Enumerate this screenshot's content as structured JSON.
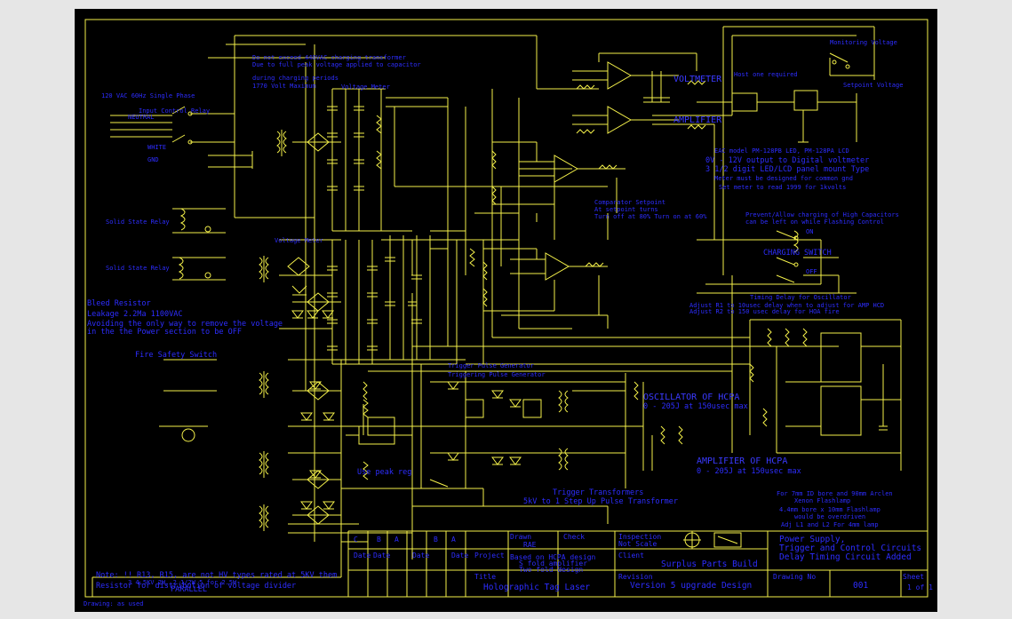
{
  "colors": {
    "background": "#e6e6e6",
    "sheet": "#000000",
    "wire": "#f4f04a",
    "text": "#2d2dff"
  },
  "notes": {
    "warning_1": "Do not exceed 440VAC charging transformer",
    "warning_2": "Due to full peak voltage applied to capacitor",
    "warning_3": "during charging periods",
    "warning_4": "1770 Volt Maximum",
    "input_label": "120 VAC 60Hz Single Phase",
    "input_switch": "Input Control Relay",
    "neutral": "NEUTRAL",
    "white": "WHITE",
    "gnd": "GND",
    "voltage_meter_top": "Voltage Meter",
    "voltage_meter_mid": "Voltage Meter",
    "solid_state_relay_1": "Solid State Relay",
    "solid_state_relay_2": "Solid State Relay",
    "bleed_note_1": "Bleed Resistor",
    "bleed_note_2": "Leakage 2.2Ma 1100VAC",
    "bleed_note_3": "Avoiding the only way to remove the voltage",
    "bleed_note_4": "in the the Power section to be OFF",
    "fire_safety": "Fire Safety Switch",
    "voltmeter_label": "VOLTMETER",
    "amplifier_label": "AMPLIFIER",
    "host_required": "Host one required",
    "setpoint_voltage": "Setpoint Voltage",
    "monitoring_voltage": "Monitoring Voltage",
    "panel_meter_1": "EAC model PM-128PB LED, PM-128PA LCD",
    "panel_meter_2": "0V - 12V output to Digital voltmeter",
    "panel_meter_3": "3 1/2 digit LED/LCD panel mount Type",
    "panel_meter_4": "Meter must be designed for common gnd",
    "panel_meter_5": "Set meter to read 1999 for 1kvolts",
    "comparator_1": "Comparator Setpoint",
    "comparator_2": "At setpoint turns",
    "comparator_3": "Turn off at 80% Turn on at 60%",
    "charge_note_1": "Prevent/Allow charging of High Capacitors",
    "charge_note_2": "can be left on while Flashing Control",
    "charging_switch": "CHARGING SWITCH",
    "on": "ON",
    "off": "OFF",
    "timing_1": "Timing Delay for Oscillator",
    "timing_2": "Adjust R1 to 10usec delay when to adjust for AMP HCD",
    "timing_3": "Adjust R2 to 150 usec delay for HOA fire",
    "osc_1": "OSCILLATOR OF HCPA",
    "osc_2": "0 - 205J at 150usec max",
    "amp_1": "AMPLIFIER OF HCPA",
    "amp_2": "0 - 205J at 150usec max",
    "trigger_1": "Trigger Transformers",
    "trigger_2": "5kV to 1 Step Up Pulse Transformer",
    "flash_1": "For 7mm ID bore and 90mm Arclen",
    "flash_2": "Xenon Flashlamp",
    "flash_3": "4.4mm bore x 10mm Flashlamp",
    "flash_4": "would be overdriven",
    "flash_5": "Adj L1 and L2 For 4mm lamp",
    "peak_note": "Use peak reg",
    "trigger_gen_1": "Trigger Pulse Generator",
    "trigger_gen_2": "Triggering Pulse Generator",
    "bottom_note_1": "Note: !! R13, R15, are not HV types rated at 5KV them",
    "bottom_note_2": "3 4.5KV 2W, 2 1/2W 5 for 2.5W",
    "bottom_note_3": "Resistor for distribution of voltage divider",
    "bottom_note_4": "PARALLEL",
    "drawing_tag": "Drawing: as used"
  },
  "title_block": {
    "rev_headers": [
      "C",
      "B",
      "A",
      "B",
      "A"
    ],
    "drawn": "Drawn",
    "drawn_by": "RAE",
    "check": "Check",
    "inspection_1": "Inspection",
    "inspection_2": "Not Scale",
    "based_1": "Based on HCPA design",
    "based_2": "S fold amplifier",
    "based_3": "Two fold design",
    "client": "Client",
    "client_name": "Surplus Parts Build",
    "project": "Project",
    "title_label": "Title",
    "project_name": "Holographic Tag Laser",
    "revision_label": "Revision",
    "revision_value": "Version 5 upgrade Design",
    "description_1": "Power Supply,",
    "description_2": "Trigger and Control Circuits",
    "description_3": "Delay Timing Circuit Added",
    "drawing_no_label": "Drawing No",
    "drawing_no": "001",
    "sheet_label": "Sheet",
    "sheet_value": "1 of 1",
    "row_labels": [
      "Date",
      "Date",
      "Date",
      "Date"
    ]
  }
}
